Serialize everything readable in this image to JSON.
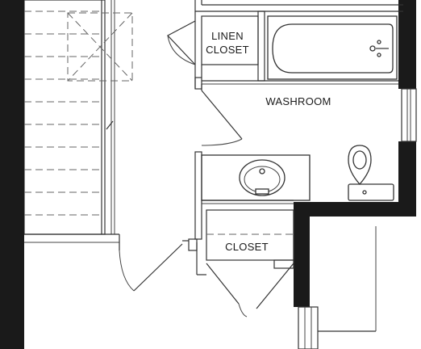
{
  "rooms": {
    "linen_closet": [
      "LINEN",
      "CLOSET"
    ],
    "washroom": "WASHROOM",
    "closet": "CLOSET"
  },
  "colors": {
    "wall": "#1a1a1a",
    "line": "#333333",
    "background": "#ffffff"
  }
}
